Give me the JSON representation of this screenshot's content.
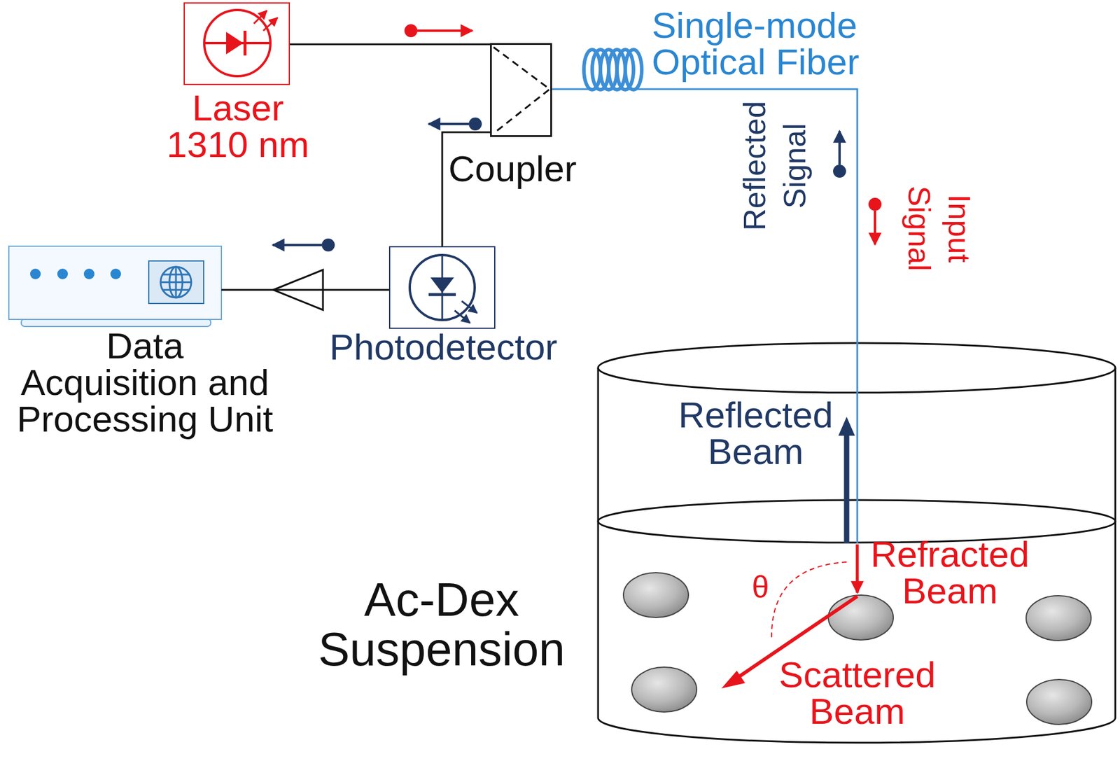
{
  "diagram": {
    "nodes": [
      {
        "text": [
          "Laser 1310 nm"
        ]
      },
      {
        "text": [
          "Coupler"
        ]
      },
      {
        "text": [
          "Data Acquisition and Processing Unit"
        ]
      },
      {
        "text": [
          "Photodetector"
        ]
      },
      {
        "text": [
          "Ac-Dex Suspension"
        ]
      }
    ],
    "edges": [
      {
        "from": 0,
        "to": 1,
        "arrow": "none"
      },
      {
        "from": 1,
        "to": 3,
        "arrow": "none"
      },
      {
        "from": 3,
        "to": 2,
        "arrow": "none"
      },
      {
        "from": 1,
        "to": 4,
        "arrow": "none"
      }
    ],
    "labels": [
      "Single-mode Optical Fiber",
      "Reflected Signal",
      "Input Signal",
      "Reflected Beam",
      "θ",
      "Refracted Beam",
      "Scattered Beam"
    ]
  }
}
